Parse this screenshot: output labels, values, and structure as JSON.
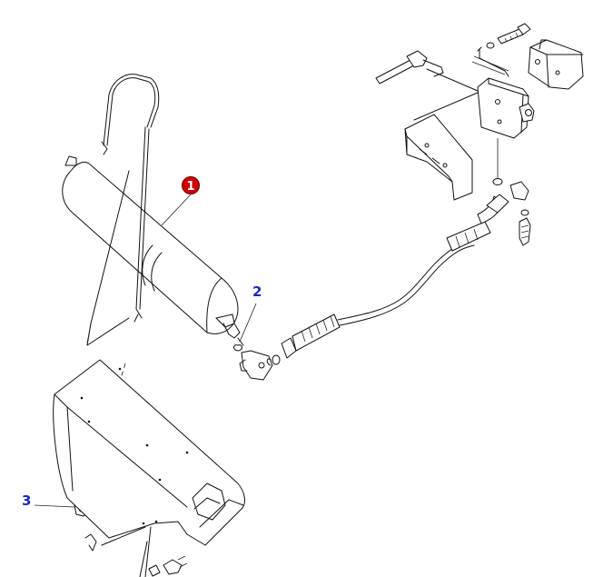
{
  "diagram": {
    "callouts": [
      {
        "id": "1",
        "label": "1",
        "style": "badge",
        "color": "#cc0000"
      },
      {
        "id": "2",
        "label": "2",
        "style": "number",
        "color": "#1a2bb8"
      },
      {
        "id": "3",
        "label": "3",
        "style": "number",
        "color": "#1a2bb8"
      }
    ]
  }
}
